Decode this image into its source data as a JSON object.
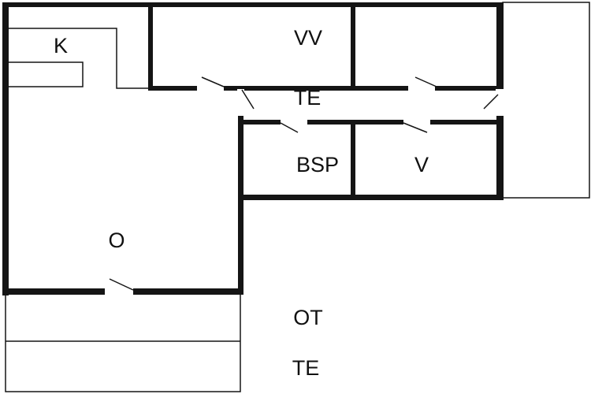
{
  "floor_plan": {
    "rooms": [
      {
        "id": "k",
        "label": "K"
      },
      {
        "id": "vv",
        "label": "VV"
      },
      {
        "id": "te-hall",
        "label": "TE"
      },
      {
        "id": "bsp",
        "label": "BSP"
      },
      {
        "id": "v",
        "label": "V"
      },
      {
        "id": "o",
        "label": "O"
      },
      {
        "id": "ot",
        "label": "OT"
      },
      {
        "id": "te-terrace",
        "label": "TE"
      }
    ],
    "colors": {
      "wall": "#151515",
      "background": "#ffffff"
    }
  }
}
